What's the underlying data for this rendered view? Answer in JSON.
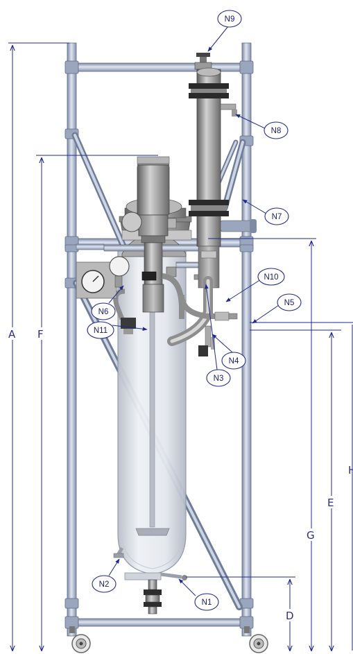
{
  "nozzles": [
    "N1",
    "N2",
    "N3",
    "N4",
    "N5",
    "N6",
    "N7",
    "N8",
    "N9",
    "N10",
    "N11"
  ],
  "dimensions": [
    "A",
    "F",
    "E",
    "G",
    "D",
    "H"
  ],
  "colors": {
    "frame": "#b5c1d6",
    "frame_dark": "#6f7d98",
    "steel": "#9a9a9a",
    "steel_dark": "#5a5a5a",
    "glass": "#d9dee6",
    "annotation": "#1f2a8f"
  }
}
